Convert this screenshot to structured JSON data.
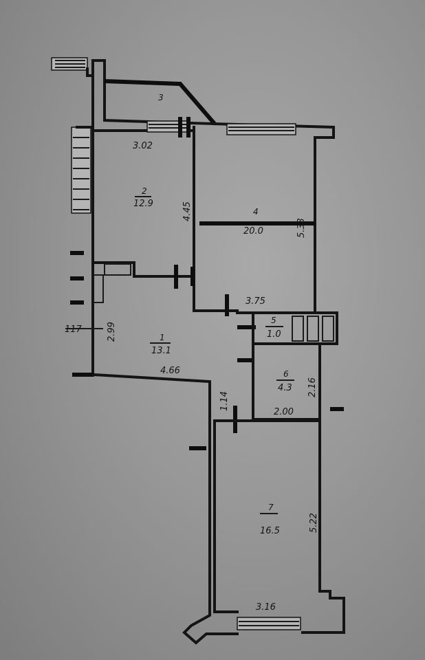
{
  "rooms": [
    {
      "num": "1",
      "area": "13.1"
    },
    {
      "num": "2",
      "area": "12.9"
    },
    {
      "num": "3",
      "area": ""
    },
    {
      "num": "4",
      "area": "20.0"
    },
    {
      "num": "5",
      "area": "1.0"
    },
    {
      "num": "6",
      "area": "4.3"
    },
    {
      "num": "7",
      "area": "16.5"
    }
  ],
  "dimensions": {
    "d302": "3.02",
    "d445": "4.45",
    "d533": "5.33",
    "d375": "3.75",
    "d299": "2.99",
    "d117": "117",
    "d466": "4.66",
    "d114": "1.14",
    "d216": "2.16",
    "d200": "2.00",
    "d522": "5.22",
    "d316": "3.16"
  }
}
